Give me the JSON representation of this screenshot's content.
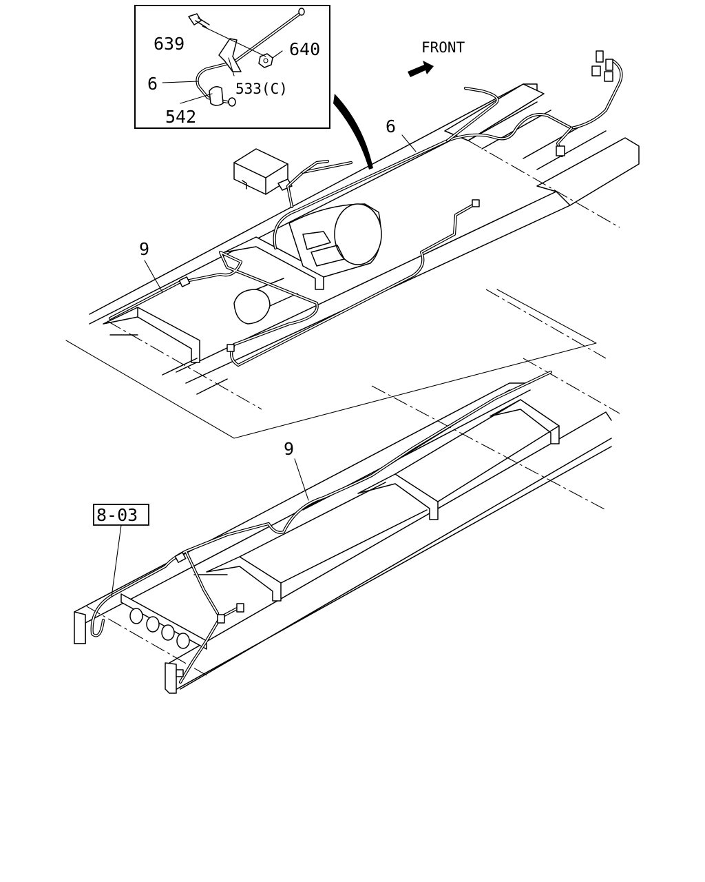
{
  "labels": {
    "front": "FRONT",
    "inset_bolt": "639",
    "inset_nut": "640",
    "inset_harness": "6",
    "inset_clip": "533(C)",
    "inset_grommet": "542",
    "upper_harness": "6",
    "upper_rear_harness": "9",
    "lower_rear_harness": "9",
    "section_ref": "8-03"
  }
}
